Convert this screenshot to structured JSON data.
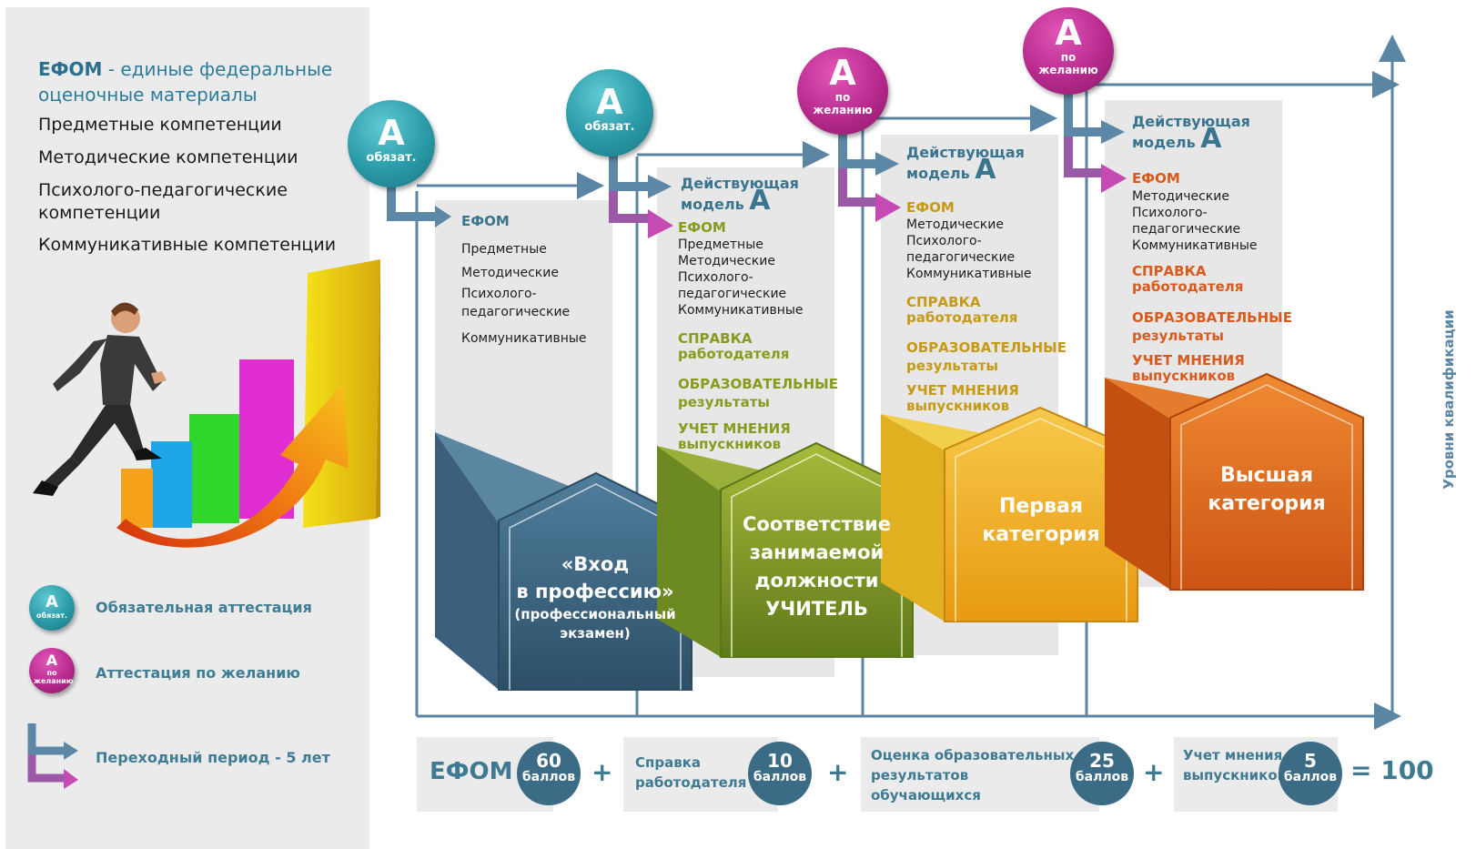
{
  "left_panel": {
    "efom_abbr": "ЕФОМ",
    "efom_definition": " - единые федеральные оценочные материалы",
    "competencies": [
      "Предметные компетенции",
      "Методические компетенции",
      "Психолого-педагогические компетенции",
      "Коммуникативные компетенции"
    ],
    "legend": [
      {
        "badge_letter": "А",
        "badge_sub": "обязат.",
        "label": "Обязательная аттестация",
        "color": "#2a9aa8"
      },
      {
        "badge_letter": "А",
        "badge_sub": "по желанию",
        "label": "Аттестация по желанию",
        "color": "#b82a8e"
      },
      {
        "icon": "transition-arrow-icon",
        "label": "Переходный период  - 5 лет"
      }
    ]
  },
  "badges": [
    {
      "letter": "А",
      "sub": "обязат.",
      "kind": "mandatory"
    },
    {
      "letter": "А",
      "sub": "обязат.",
      "kind": "mandatory"
    },
    {
      "letter": "А",
      "sub": "по желанию",
      "kind": "optional"
    },
    {
      "letter": "А",
      "sub": "по желанию",
      "kind": "optional"
    }
  ],
  "columns": [
    {
      "efom": "ЕФОМ",
      "items": [
        "Предметные",
        "Методические",
        "Психолого-педагогические",
        "Коммуникативные"
      ],
      "house": [
        "«Вход",
        "в профессию»"
      ],
      "house_sub": "(профессиональный экзамен)",
      "color": "#3c5f7d"
    },
    {
      "model_title": "Действующая модель",
      "model_letter": "А",
      "efom": "ЕФОМ",
      "items": [
        "Предметные",
        "Методические",
        "Психолого-",
        "педагогические",
        "Коммуникативные"
      ],
      "employer": "СПРАВКА работодателя",
      "results": "ОБРАЗОВАТЕЛЬНЫЕ результаты",
      "graduates": "УЧЕТ МНЕНИЯ выпускников",
      "house": [
        "Соответствие",
        "занимаемой",
        "должности",
        "УЧИТЕЛЬ"
      ],
      "color": "#7e9a2c"
    },
    {
      "model_title": "Действующая модель",
      "model_letter": "А",
      "efom": "ЕФОМ",
      "items": [
        "Методические",
        "Психолого-",
        "педагогические",
        "Коммуникативные"
      ],
      "employer": "СПРАВКА работодателя",
      "results": "ОБРАЗОВАТЕЛЬНЫЕ результаты",
      "graduates": "УЧЕТ МНЕНИЯ выпускников",
      "house": [
        "Первая",
        "категория"
      ],
      "color": "#f0a92a"
    },
    {
      "model_title": "Действующая модель",
      "model_letter": "А",
      "efom": "ЕФОМ",
      "items": [
        "Методические",
        "Психолого-",
        "педагогические",
        "Коммуникативные"
      ],
      "employer": "СПРАВКА работодателя",
      "results": "ОБРАЗОВАТЕЛЬНЫЕ результаты",
      "graduates": "УЧЕТ МНЕНИЯ выпускников",
      "house": [
        "Высшая",
        "категория"
      ],
      "color": "#e06a1c"
    }
  ],
  "axis_label": "Уровни квалификации",
  "formula": {
    "terms": [
      {
        "label": "ЕФОМ",
        "score": "60",
        "unit": "баллов"
      },
      {
        "label": "Справка работодателя",
        "score": "10",
        "unit": "баллов"
      },
      {
        "label": "Оценка образовательных результатов обучающихся",
        "score": "25",
        "unit": "баллов"
      },
      {
        "label": "Учет мнения выпускников",
        "score": "5",
        "unit": "баллов"
      }
    ],
    "plus": "+",
    "total": "= 100"
  },
  "colors": {
    "line": "#5a86a3",
    "efom_col1": "#3a7590",
    "accent_olive": "#8a9a1e",
    "accent_gold": "#c69a15",
    "accent_orange": "#d95a1c",
    "teal": "#2a9aa8",
    "magenta": "#b82a8e"
  }
}
